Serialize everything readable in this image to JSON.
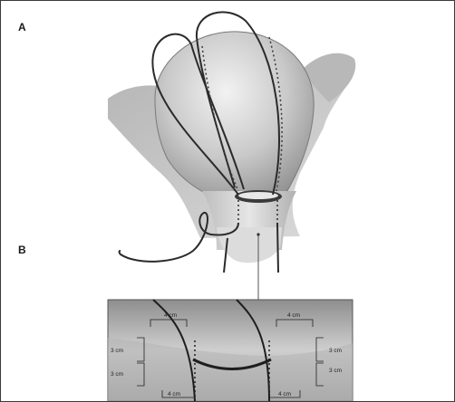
{
  "figure": {
    "panel_a_label": "A",
    "panel_b_label": "B",
    "inset_dimensions": {
      "left_top_width": "4 cm",
      "left_upper_height": "3 cm",
      "left_lower_height": "3 cm",
      "left_bottom_width": "4 cm",
      "right_top_width": "4 cm",
      "right_upper_height": "3 cm",
      "right_lower_height": "3 cm",
      "right_bottom_width": "4 cm"
    }
  }
}
